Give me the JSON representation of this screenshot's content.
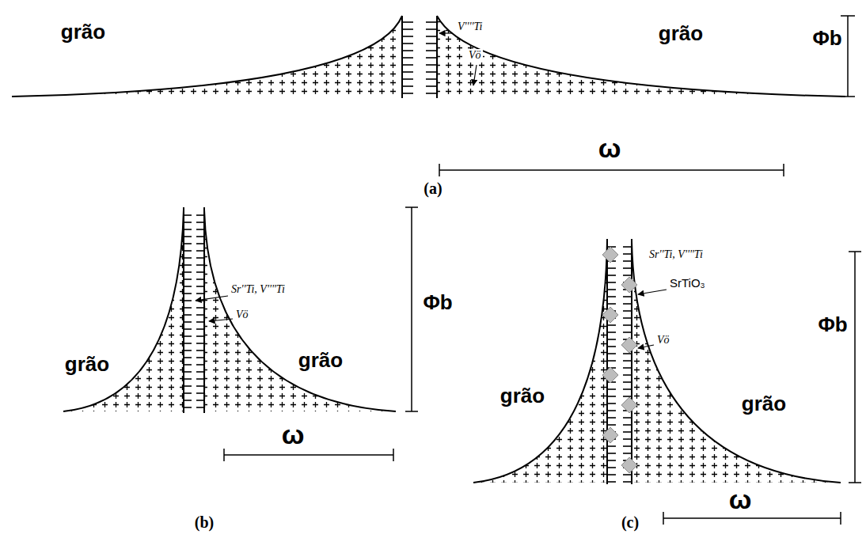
{
  "diagram": {
    "labels": [
      "grão",
      "V''''Ti",
      "Vö",
      "grão",
      "Φb",
      "ω",
      "(a)",
      "Sr''Ti, V''''Ti",
      "Vö",
      "grão",
      "grão",
      "Φb",
      "ω",
      "(b)",
      "Sr''Ti, V''''Ti",
      "SrTiO₃",
      "Vö",
      "grão",
      "grão",
      "Φb",
      "ω",
      "(c)"
    ]
  }
}
